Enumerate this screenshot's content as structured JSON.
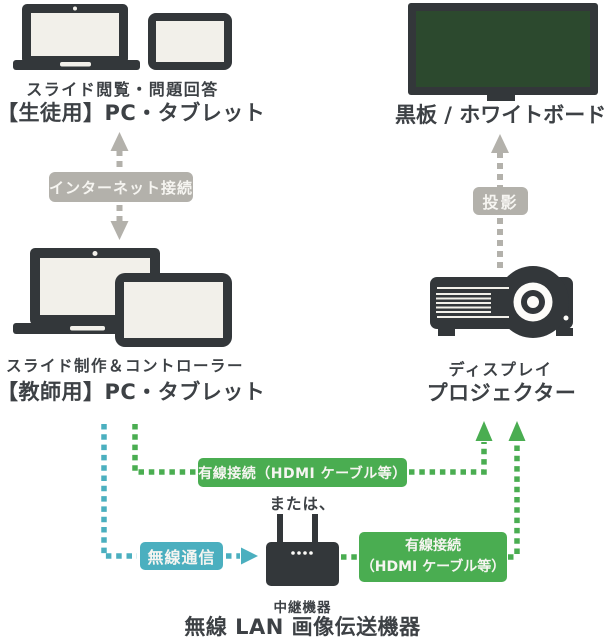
{
  "colors": {
    "dark": "#33373a",
    "text": "#3d4145",
    "screen": "#f2f0ea",
    "board": "#2c492e",
    "gray": "#b3b1ab",
    "cyan": "#4bafbf",
    "green": "#4aad51",
    "ltext": "#f6f5f1"
  },
  "student": {
    "caption": "スライド閲覧・問題回答",
    "title": "【生徒用】PC・タブレット"
  },
  "internet": {
    "label": "インターネット接続"
  },
  "board": {
    "title": "黒板 / ホワイトボード"
  },
  "projection": {
    "label": "投影"
  },
  "teacher": {
    "caption": "スライド制作＆コントローラー",
    "title": "【教師用】PC・タブレット"
  },
  "projector": {
    "caption": "ディスプレイ",
    "title": "プロジェクター"
  },
  "wired1": {
    "label": "有線接続（HDMI ケーブル等）"
  },
  "or_text": "または、",
  "wireless": {
    "label": "無線通信"
  },
  "wired2": {
    "line1": "有線接続",
    "line2": "（HDMI ケーブル等）"
  },
  "relay": {
    "caption": "中継機器",
    "title": "無線 LAN 画像伝送機器"
  }
}
